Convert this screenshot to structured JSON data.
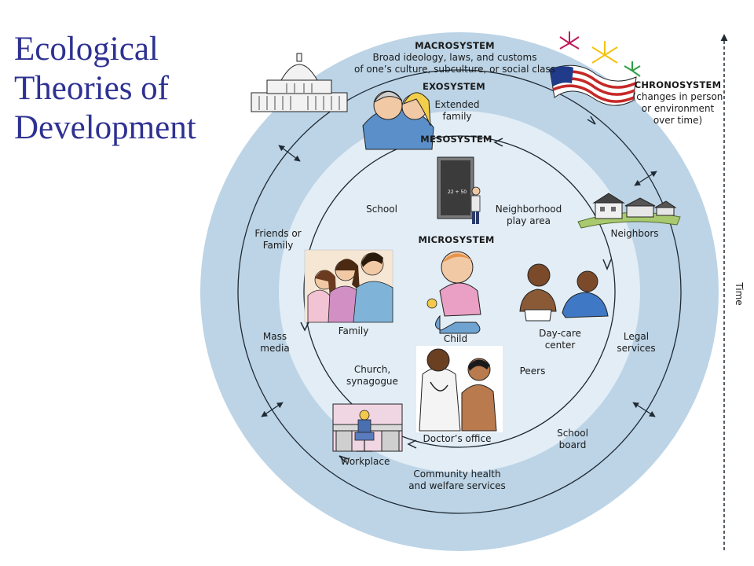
{
  "slide": {
    "title_lines": [
      "Ecological",
      "Theories of",
      "Development"
    ]
  },
  "diagram": {
    "macrosystem": {
      "title": "MACROSYSTEM",
      "desc": [
        "Broad ideology, laws, and customs",
        "of one’s culture, subculture, or social class"
      ]
    },
    "exosystem": {
      "title": "EXOSYSTEM"
    },
    "mesosystem": {
      "title": "MESOSYSTEM"
    },
    "microsystem": {
      "title": "MICROSYSTEM"
    },
    "chronosystem": {
      "title": "CHRONOSYSTEM",
      "desc": [
        "(changes in person",
        "or environment",
        "over time)"
      ]
    },
    "time_label": "Time",
    "blackboard_text": "22 + 50",
    "labels": {
      "extended_family": [
        "Extended",
        "family"
      ],
      "school": "School",
      "neighborhood": [
        "Neighborhood",
        "play area"
      ],
      "friends_family": [
        "Friends or",
        "Family"
      ],
      "neighbors": "Neighbors",
      "family": "Family",
      "child": "Child",
      "daycare": [
        "Day-care",
        "center"
      ],
      "mass_media": [
        "Mass",
        "media"
      ],
      "legal_services": [
        "Legal",
        "services"
      ],
      "church": [
        "Church,",
        "synagogue"
      ],
      "peers": "Peers",
      "workplace": "Workplace",
      "doctor": "Doctor’s office",
      "school_board": [
        "School",
        "board"
      ],
      "community": [
        "Community health",
        "and welfare services"
      ]
    }
  },
  "colors": {
    "title": "#2e3192",
    "outer_ring": "#bcd4e6",
    "inner_area": "#e2edf6",
    "ring_line": "#1f2933"
  }
}
